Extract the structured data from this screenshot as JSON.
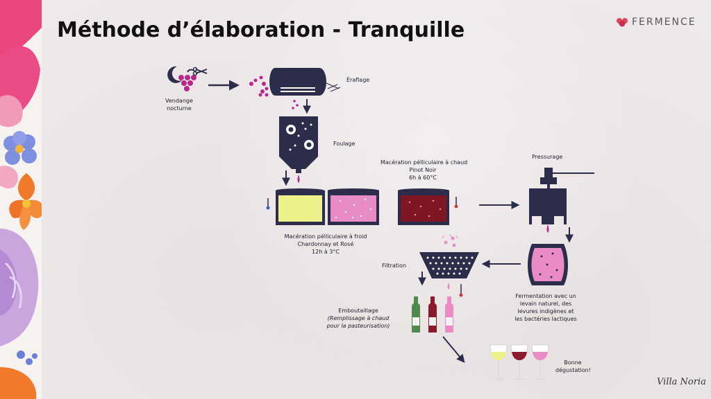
{
  "title": "Méthode d’élaboration - Tranquille",
  "brand": "FERMENCE",
  "signature": "Villa Noria",
  "steps": {
    "vendange": [
      "Vendange",
      "nocturne"
    ],
    "eraflage": "Éraflage",
    "foulage": "Foulage",
    "maceration_chaud": [
      "Macération pélliculaire à chaud",
      "Pinot Noir",
      "6h à 60°C"
    ],
    "pressurage": "Pressurage",
    "maceration_froid": [
      "Macération pélliculaire à froid",
      "Chardonnay et Rosé",
      "12h à 3°C"
    ],
    "filtration": "Filtration",
    "emboutaillage": "Emboutaillage",
    "emboutaillage_note": [
      "(Remplissage à chaud",
      "pour la pasteurisation)"
    ],
    "fermentation": [
      "Fermentation avec un",
      "levain naturel, des",
      "levures indigènes et",
      "les bactéries lactiques"
    ],
    "degustation": [
      "Bonne",
      "dégustation!"
    ]
  },
  "colors": {
    "navy": "#2b2d4a",
    "magenta": "#b8288a",
    "chardonnay": "#eef08a",
    "rose": "#e98bc5",
    "pinot": "#7e1624",
    "red_wine": "#8a1b2c",
    "green_bottle": "#4e8a4e"
  }
}
